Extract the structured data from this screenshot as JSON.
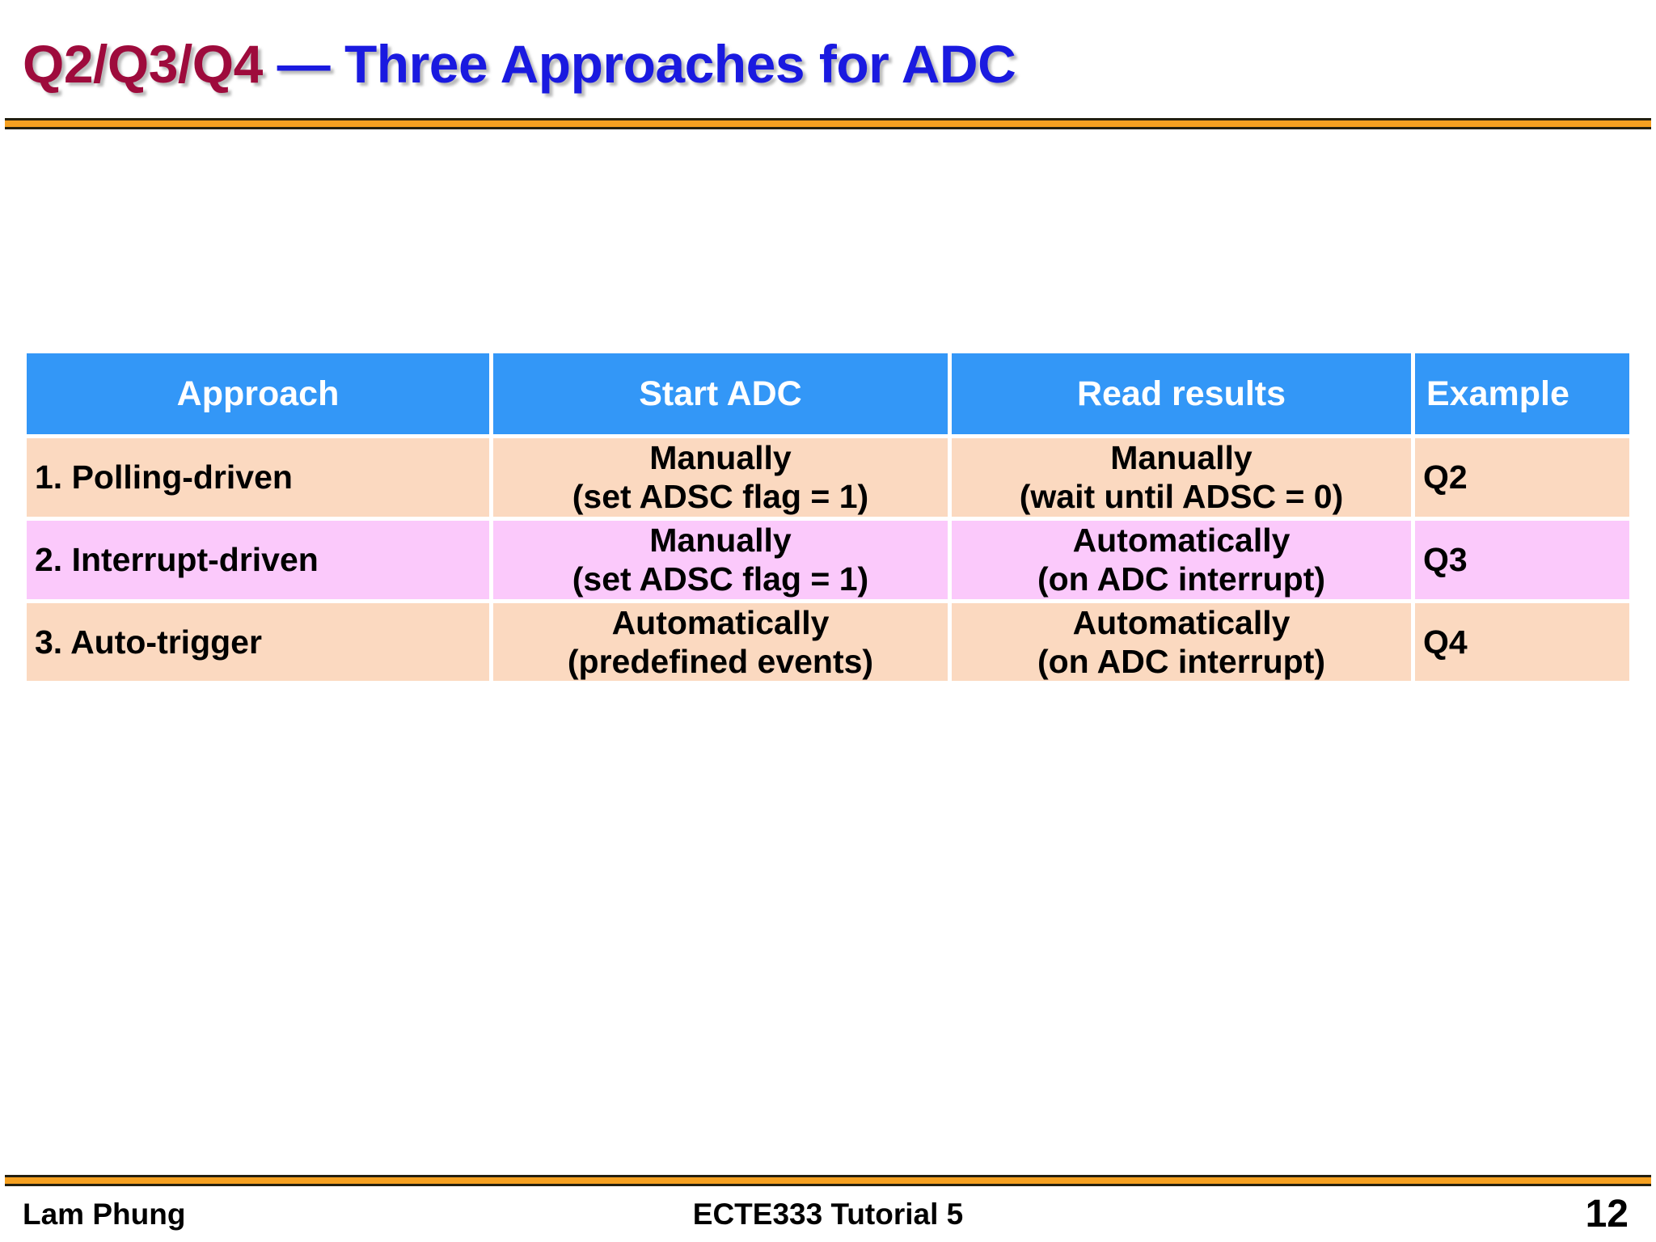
{
  "slide": {
    "title": {
      "primary": "Q2/Q3/Q4",
      "secondary": " — Three Approaches for ADC",
      "primary_color": "#9e0b3c",
      "secondary_color": "#1a1ae0"
    },
    "accent_rule_color": "#f5a020",
    "accent_rule_edge_color": "#231f10"
  },
  "table": {
    "header_bg": "#3397f7",
    "header_text_color": "#ffffff",
    "row_colors": {
      "peach": "#fbd9c0",
      "pink": "#fbc9fb"
    },
    "columns": [
      {
        "key": "approach",
        "label": "Approach"
      },
      {
        "key": "start_adc",
        "label": "Start ADC"
      },
      {
        "key": "read_results",
        "label": "Read results"
      },
      {
        "key": "example",
        "label": "Example"
      }
    ],
    "rows": [
      {
        "style": "peach",
        "approach": "1. Polling-driven",
        "start_adc_line1": "Manually",
        "start_adc_line2": "(set ADSC flag = 1)",
        "read_results_line1": "Manually",
        "read_results_line2": "(wait until ADSC = 0)",
        "example": "Q2"
      },
      {
        "style": "pink",
        "approach": "2. Interrupt-driven",
        "start_adc_line1": "Manually",
        "start_adc_line2": "(set ADSC flag = 1)",
        "read_results_line1": "Automatically",
        "read_results_line2": "(on ADC interrupt)",
        "example": "Q3"
      },
      {
        "style": "peach",
        "approach": "3. Auto-trigger",
        "start_adc_line1": "Automatically",
        "start_adc_line2": "(predefined events)",
        "read_results_line1": "Automatically",
        "read_results_line2": "(on ADC interrupt)",
        "example": "Q4"
      }
    ]
  },
  "footer": {
    "author": "Lam Phung",
    "course": "ECTE333 Tutorial 5",
    "page_number": "12"
  }
}
